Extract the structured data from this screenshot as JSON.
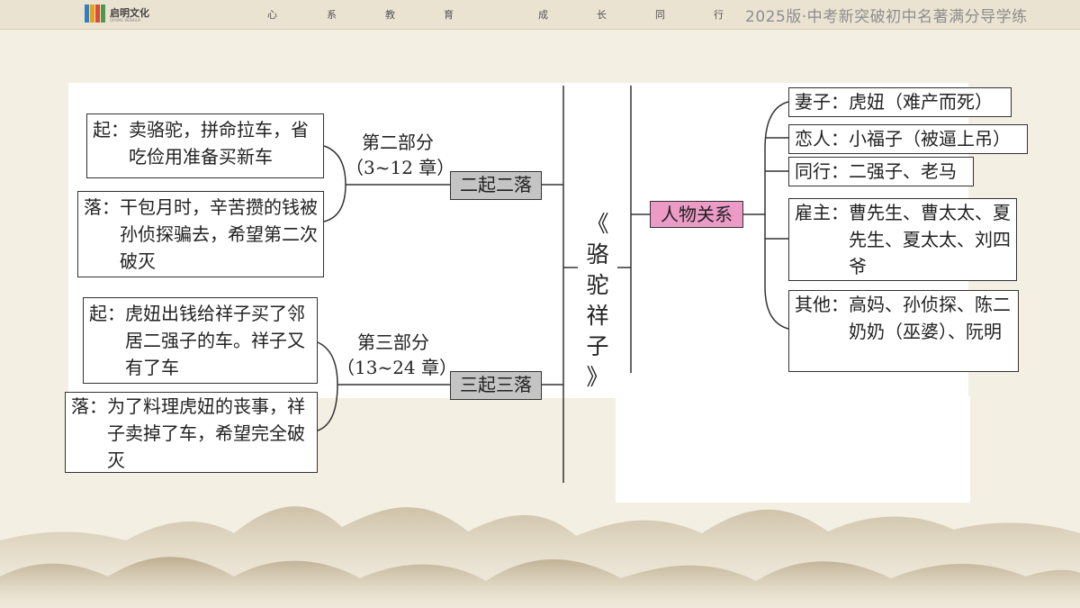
{
  "header": {
    "logo_text": "启明文化",
    "logo_subtext": "QIMING WENHUA",
    "slogan_chars": [
      "心",
      "系",
      "教",
      "育",
      "成",
      "长",
      "同",
      "行"
    ],
    "series_title": "2025版·中考新突破初中名著满分导学练"
  },
  "center": {
    "chars": [
      "《",
      "骆",
      "驼",
      "祥",
      "子",
      "》"
    ]
  },
  "left": {
    "part2": {
      "name": "第二部分",
      "range": "（3~12 章）",
      "tag": "二起二落",
      "rise": {
        "label": "起：",
        "text": "卖骆驼，拼命拉车，省吃俭用准备买新车"
      },
      "fall": {
        "label": "落：",
        "text": "干包月时，辛苦攒的钱被孙侦探骗去，希望第二次破灭"
      }
    },
    "part3": {
      "name": "第三部分",
      "range": "（13~24 章）",
      "tag": "三起三落",
      "rise": {
        "label": "起：",
        "text": "虎妞出钱给祥子买了邻居二强子的车。祥子又有了车"
      },
      "fall": {
        "label": "落：",
        "text": "为了料理虎妞的丧事，祥子卖掉了车，希望完全破灭"
      }
    }
  },
  "right": {
    "tag": "人物关系",
    "items": [
      {
        "label": "妻子：",
        "text": "虎妞（难产而死）"
      },
      {
        "label": "恋人：",
        "text": "小福子（被逼上吊）"
      },
      {
        "label": "同行：",
        "text": "二强子、老马"
      },
      {
        "label": "雇主：",
        "text": "曹先生、曹太太、夏先生、夏太太、刘四爷"
      },
      {
        "label": "其他：",
        "text": "高妈、孙侦探、陈二奶奶（巫婆）、阮明"
      }
    ]
  },
  "colors": {
    "tag_gray": "#c4c4c4",
    "tag_pink": "#ec9bc7"
  }
}
